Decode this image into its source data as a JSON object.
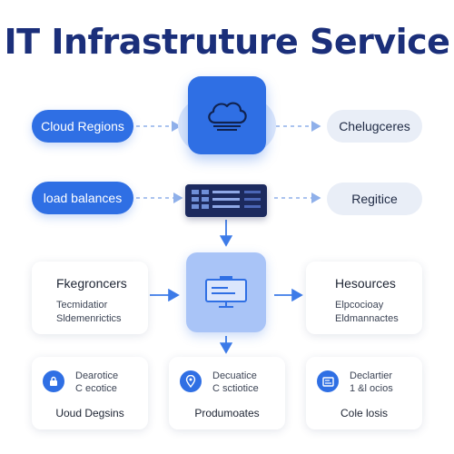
{
  "title": "IT Infrastruture Service",
  "left_pills": {
    "cloud_regions": "Cloud Regions",
    "load_balances": "load balances"
  },
  "right_pills": {
    "chelugceres": "Chelugceres",
    "regitice": "Regitice"
  },
  "mid_cards": {
    "left": {
      "title": "Fkegroncers",
      "lines": [
        "Tecmidatior",
        "Sldemenrictics"
      ]
    },
    "right": {
      "title": "Hesources",
      "lines": [
        "Elpcocioay",
        "Eldmannactes"
      ]
    }
  },
  "bottom_cards": [
    {
      "title": "Dearotice",
      "sub": "C ecotice",
      "label": "Uoud Degsins",
      "icon": "lock-icon"
    },
    {
      "title": "Decuatice",
      "sub": "C sctiotice",
      "label": "Produmoates",
      "icon": "location-pin-icon"
    },
    {
      "title": "Declartier",
      "sub": "1 &l ocios",
      "label": "Cole losis",
      "icon": "card-icon"
    }
  ],
  "colors": {
    "primary": "#2f6fe4",
    "title": "#1b2f7a",
    "light_pill": "#e9eef7",
    "navy": "#1c2a5e"
  }
}
